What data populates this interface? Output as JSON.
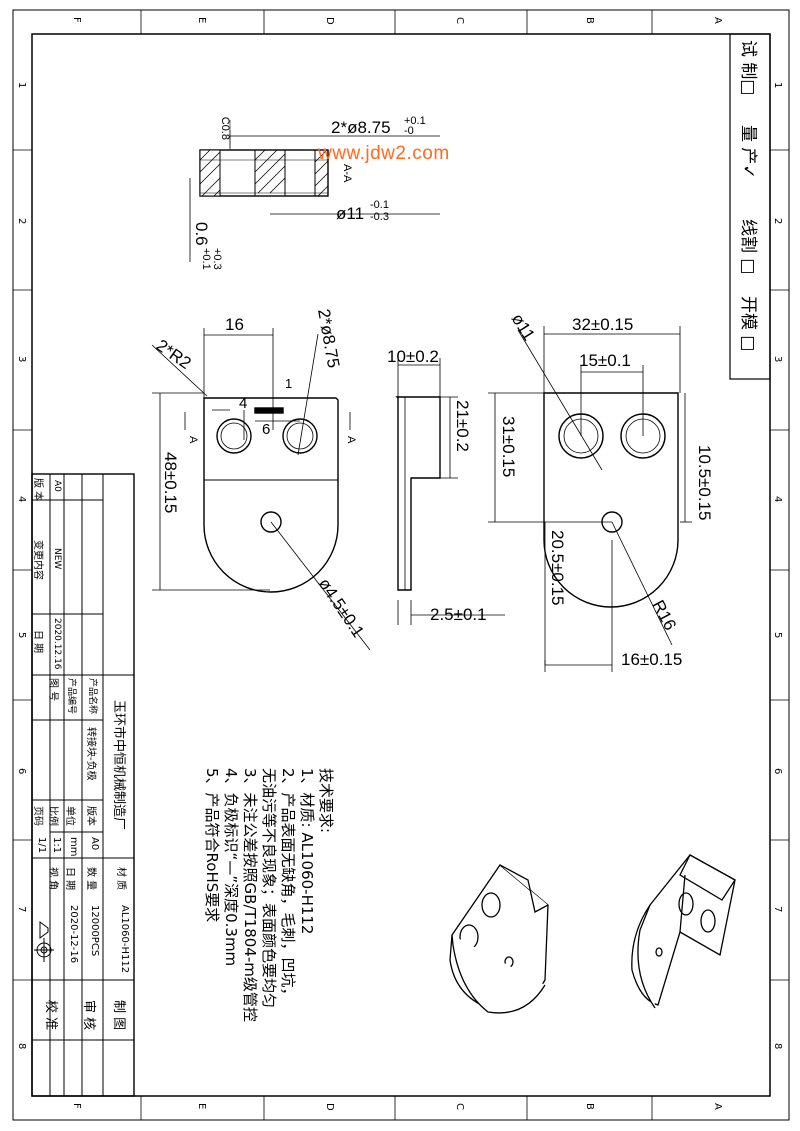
{
  "watermark": "www.jdw2.com",
  "border": {
    "col_letters_top": [
      "F",
      "E",
      "D",
      "C",
      "B",
      "A"
    ],
    "col_letters_bottom": [
      "F",
      "E",
      "D",
      "C",
      "B",
      "A"
    ],
    "row_numbers": [
      "1",
      "2",
      "3",
      "4",
      "5",
      "6",
      "7",
      "8"
    ]
  },
  "stage_box": {
    "items": [
      {
        "label": "试 制",
        "mark": "□"
      },
      {
        "label": "量 产",
        "mark": "✓"
      },
      {
        "label": "线割",
        "mark": "□"
      },
      {
        "label": "开模",
        "mark": "□"
      }
    ]
  },
  "section_view": {
    "chamfer": "C0.8",
    "hole_dia": "2*ø8.75",
    "hole_tol_upper": "+0.1",
    "hole_tol_lower": "-0",
    "section_label": "A-A",
    "outer_dia": "ø11",
    "outer_tol_upper": "-0.1",
    "outer_tol_lower": "-0.3",
    "depth": "0.6",
    "depth_tol_upper": "+0.3",
    "depth_tol_lower": "+0.1"
  },
  "front_view": {
    "dim_16": "16",
    "r2": "2*R2",
    "holes": "2*ø8.75",
    "dim_4": "4",
    "dim_6": "6",
    "dim_1": "1",
    "height": "48±0.15",
    "small_hole": "ø4.5±0.1",
    "section_mark": "A"
  },
  "side_view": {
    "width": "10±0.2",
    "top_height": "21±0.2",
    "thickness": "2.5±0.1"
  },
  "right_view": {
    "phi11": "ø11",
    "width": "32±0.15",
    "spacing": "15±0.1",
    "dim_31": "31±0.15",
    "dim_10_5": "10.5±0.15",
    "dim_20_5": "20.5±0.15",
    "radius": "R16",
    "dim_16": "16±0.15"
  },
  "tech_req": {
    "title": "技术要求:",
    "items": [
      "1、材质: AL1060-H112",
      "2、产品表面无缺角，毛刺，凹坑，",
      "   无油污等不良现象；表面颜色要均匀",
      "3、未注公差按照GB/T1804-m级管控",
      "4、负极标识“—”深度0.3mm",
      "5、产品符合RoHS要求"
    ]
  },
  "title_block": {
    "company": "玉环市中恒机械制造厂",
    "product_name_label": "产品名称",
    "product_name": "转接块-负极",
    "product_code_label": "产品编号",
    "drawing_no_label": "图 号",
    "version_label": "版本",
    "version": "A0",
    "unit_label": "单位",
    "unit": "mm",
    "scale_label": "比例",
    "scale": "1:1",
    "page_label": "页码",
    "page": "1/1",
    "material_label": "材 质",
    "material": "AL1060-H112",
    "qty_label": "数 量",
    "qty": "12000PCS",
    "date_label": "日 期",
    "date": "2020-12-16",
    "view_label": "视 角",
    "made_label": "制 图",
    "review_label": "审 核",
    "approve_label": "校 准"
  },
  "revision_block": {
    "version_col": "版 本",
    "content_col": "变更内容",
    "date_col": "日 期",
    "version": "A0",
    "content": "NEW",
    "date": "2020.12.16"
  }
}
